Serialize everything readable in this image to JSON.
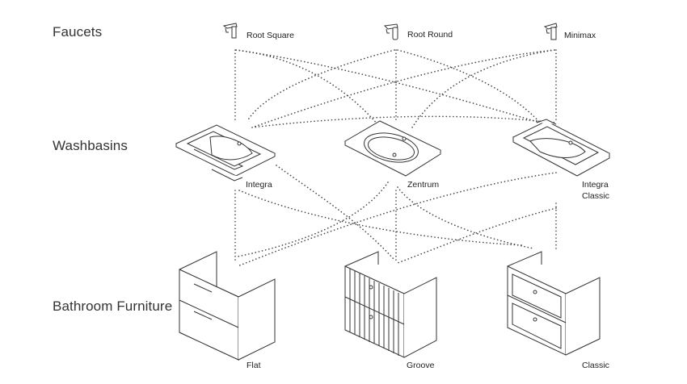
{
  "rows": {
    "faucets": "Faucets",
    "washbasins": "Washbasins",
    "furniture": "Bathroom Furniture"
  },
  "faucets": [
    {
      "label": "Root Square",
      "icon": "faucet-square-icon"
    },
    {
      "label": "Root Round",
      "icon": "faucet-round-icon"
    },
    {
      "label": "Minimax",
      "icon": "faucet-minimax-icon"
    }
  ],
  "washbasins": [
    {
      "label": "Integra"
    },
    {
      "label": "Zentrum"
    },
    {
      "label_line1": "Integra",
      "label_line2": "Classic"
    }
  ],
  "furniture": [
    {
      "label": "Flat"
    },
    {
      "label": "Groove"
    },
    {
      "label": "Classic"
    }
  ],
  "colors": {
    "line": "#333333",
    "dots": "#444444"
  }
}
